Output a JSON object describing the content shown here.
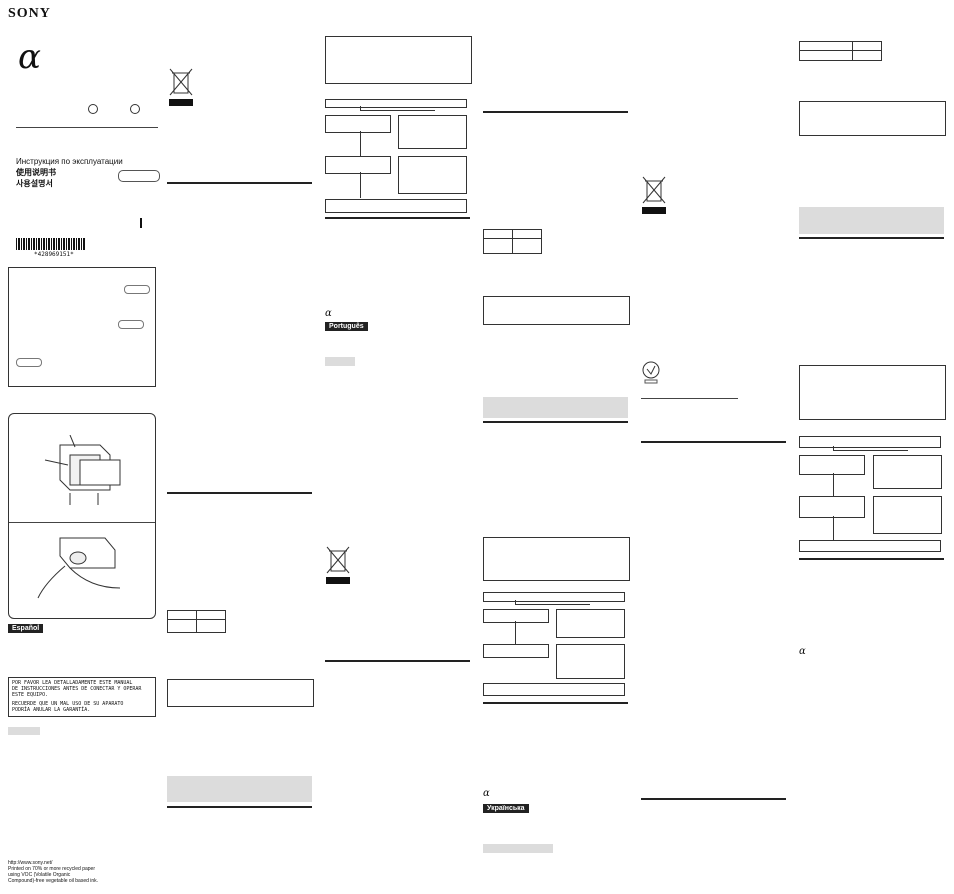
{
  "brand": "SONY",
  "logo_glyph": "α",
  "titles": {
    "russian": "Инструкция по эксплуатации",
    "chinese": "使用说明书",
    "korean": "사용설명서"
  },
  "barcode_text": "*428969151*",
  "languages": {
    "spanish": "Español",
    "portuguese": "Português",
    "ukrainian": "Українська"
  },
  "warning": {
    "line1": "POR FAVOR LEA DETALLADAMENTE ESTE MANUAL",
    "line2": "DE INSTRUCCIONES ANTES DE CONECTAR Y OPERAR",
    "line3": "ESTE EQUIPO.",
    "line4": "RECUERDE QUE UN MAL USO DE SU APARATO",
    "line5": "PODRÍA ANULAR LA GARANTÍA."
  },
  "footer": {
    "url": "http://www.sony.net/",
    "line1": "Printed on 70% or more recycled paper",
    "line2": "using VOC (Volatile Organic",
    "line3": "Compound)-free vegetable oil based ink."
  },
  "icons": [
    "recycle-bin-crossed-icon",
    "battery-charger-icon",
    "recycle-mark-icon",
    "alpha-logo-icon"
  ]
}
